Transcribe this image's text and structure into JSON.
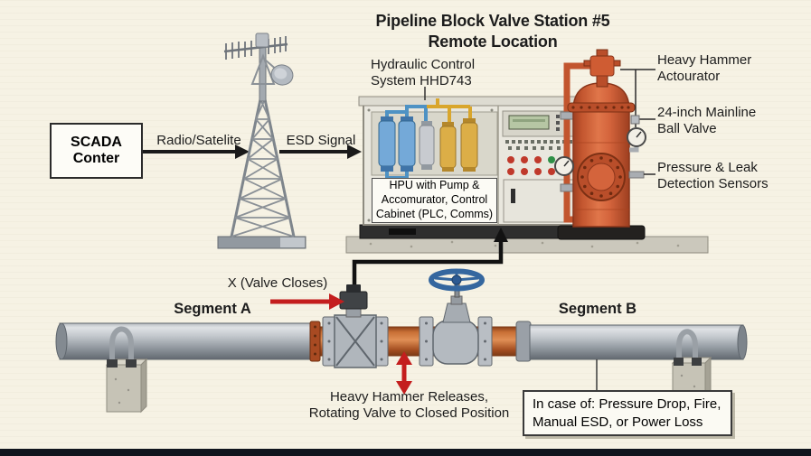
{
  "title": {
    "line1": "Pipeline Block Valve Station #5",
    "line2": "Remote Location"
  },
  "scada_box": {
    "line1": "SCADA",
    "line2": "Conter"
  },
  "signal_labels": {
    "radio": "Radio/Satelite",
    "esd": "ESD Signal"
  },
  "hydraulic": {
    "line1": "Hydraulic Control",
    "line2": "System HHD743"
  },
  "hpu": {
    "line1": "HPU with Pump &",
    "line2": "Accomurator, Control",
    "line3": "Cabinet (PLC, Comms)"
  },
  "right_labels": {
    "actuator": {
      "line1": "Heavy Hammer",
      "line2": "Actourator"
    },
    "valve": {
      "line1": "24-inch Mainline",
      "line2": "Ball Valve"
    },
    "sensors": {
      "line1": "Pressure & Leak",
      "line2": "Detection Sensors"
    }
  },
  "pipeline": {
    "valve_annotation": "X (Valve Closes)",
    "segment_a": "Segment A",
    "segment_b": "Segment B",
    "hammer_note": {
      "line1": "Heavy Hammer Releases,",
      "line2": "Rotating Valve to Closed Position"
    },
    "case_box": {
      "line1": "In case of: Pressure Drop, Fire,",
      "line2": "Manual ESD, or Power Loss"
    }
  },
  "colors": {
    "background": "#f6f2e4",
    "arrow_red": "#c41e1e",
    "signal_black": "#1a1a1a",
    "tank_orange": "#cf5c33",
    "pipe_orange": "#c3622c",
    "pipe_gray": "#9fa6ad",
    "vessel_blue": "#74a9d8",
    "vessel_gold": "#dcae47",
    "handwheel_blue": "#35679f",
    "concrete": "#c6c3b6",
    "footer_bar": "#10151d"
  }
}
